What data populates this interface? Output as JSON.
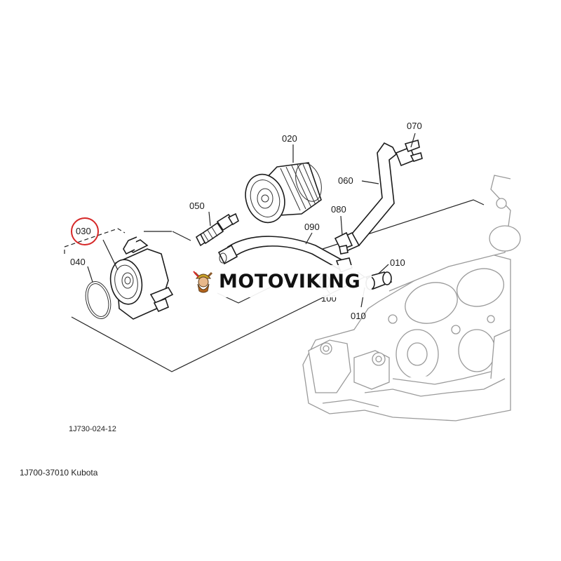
{
  "callouts": {
    "p010a": "010",
    "p010b": "010",
    "p020": "020",
    "p030": "030",
    "p040": "040",
    "p050": "050",
    "p060": "060",
    "p070": "070",
    "p080": "080",
    "p090": "090",
    "p100": "100"
  },
  "diagram_ref": "1J730-024-12",
  "part_caption": "1J700-37010 Kubota",
  "watermark": "MOTOVIKING",
  "colors": {
    "highlight_ring": "#d62828",
    "line": "#222222",
    "engine_outline": "#9a9a9a"
  }
}
